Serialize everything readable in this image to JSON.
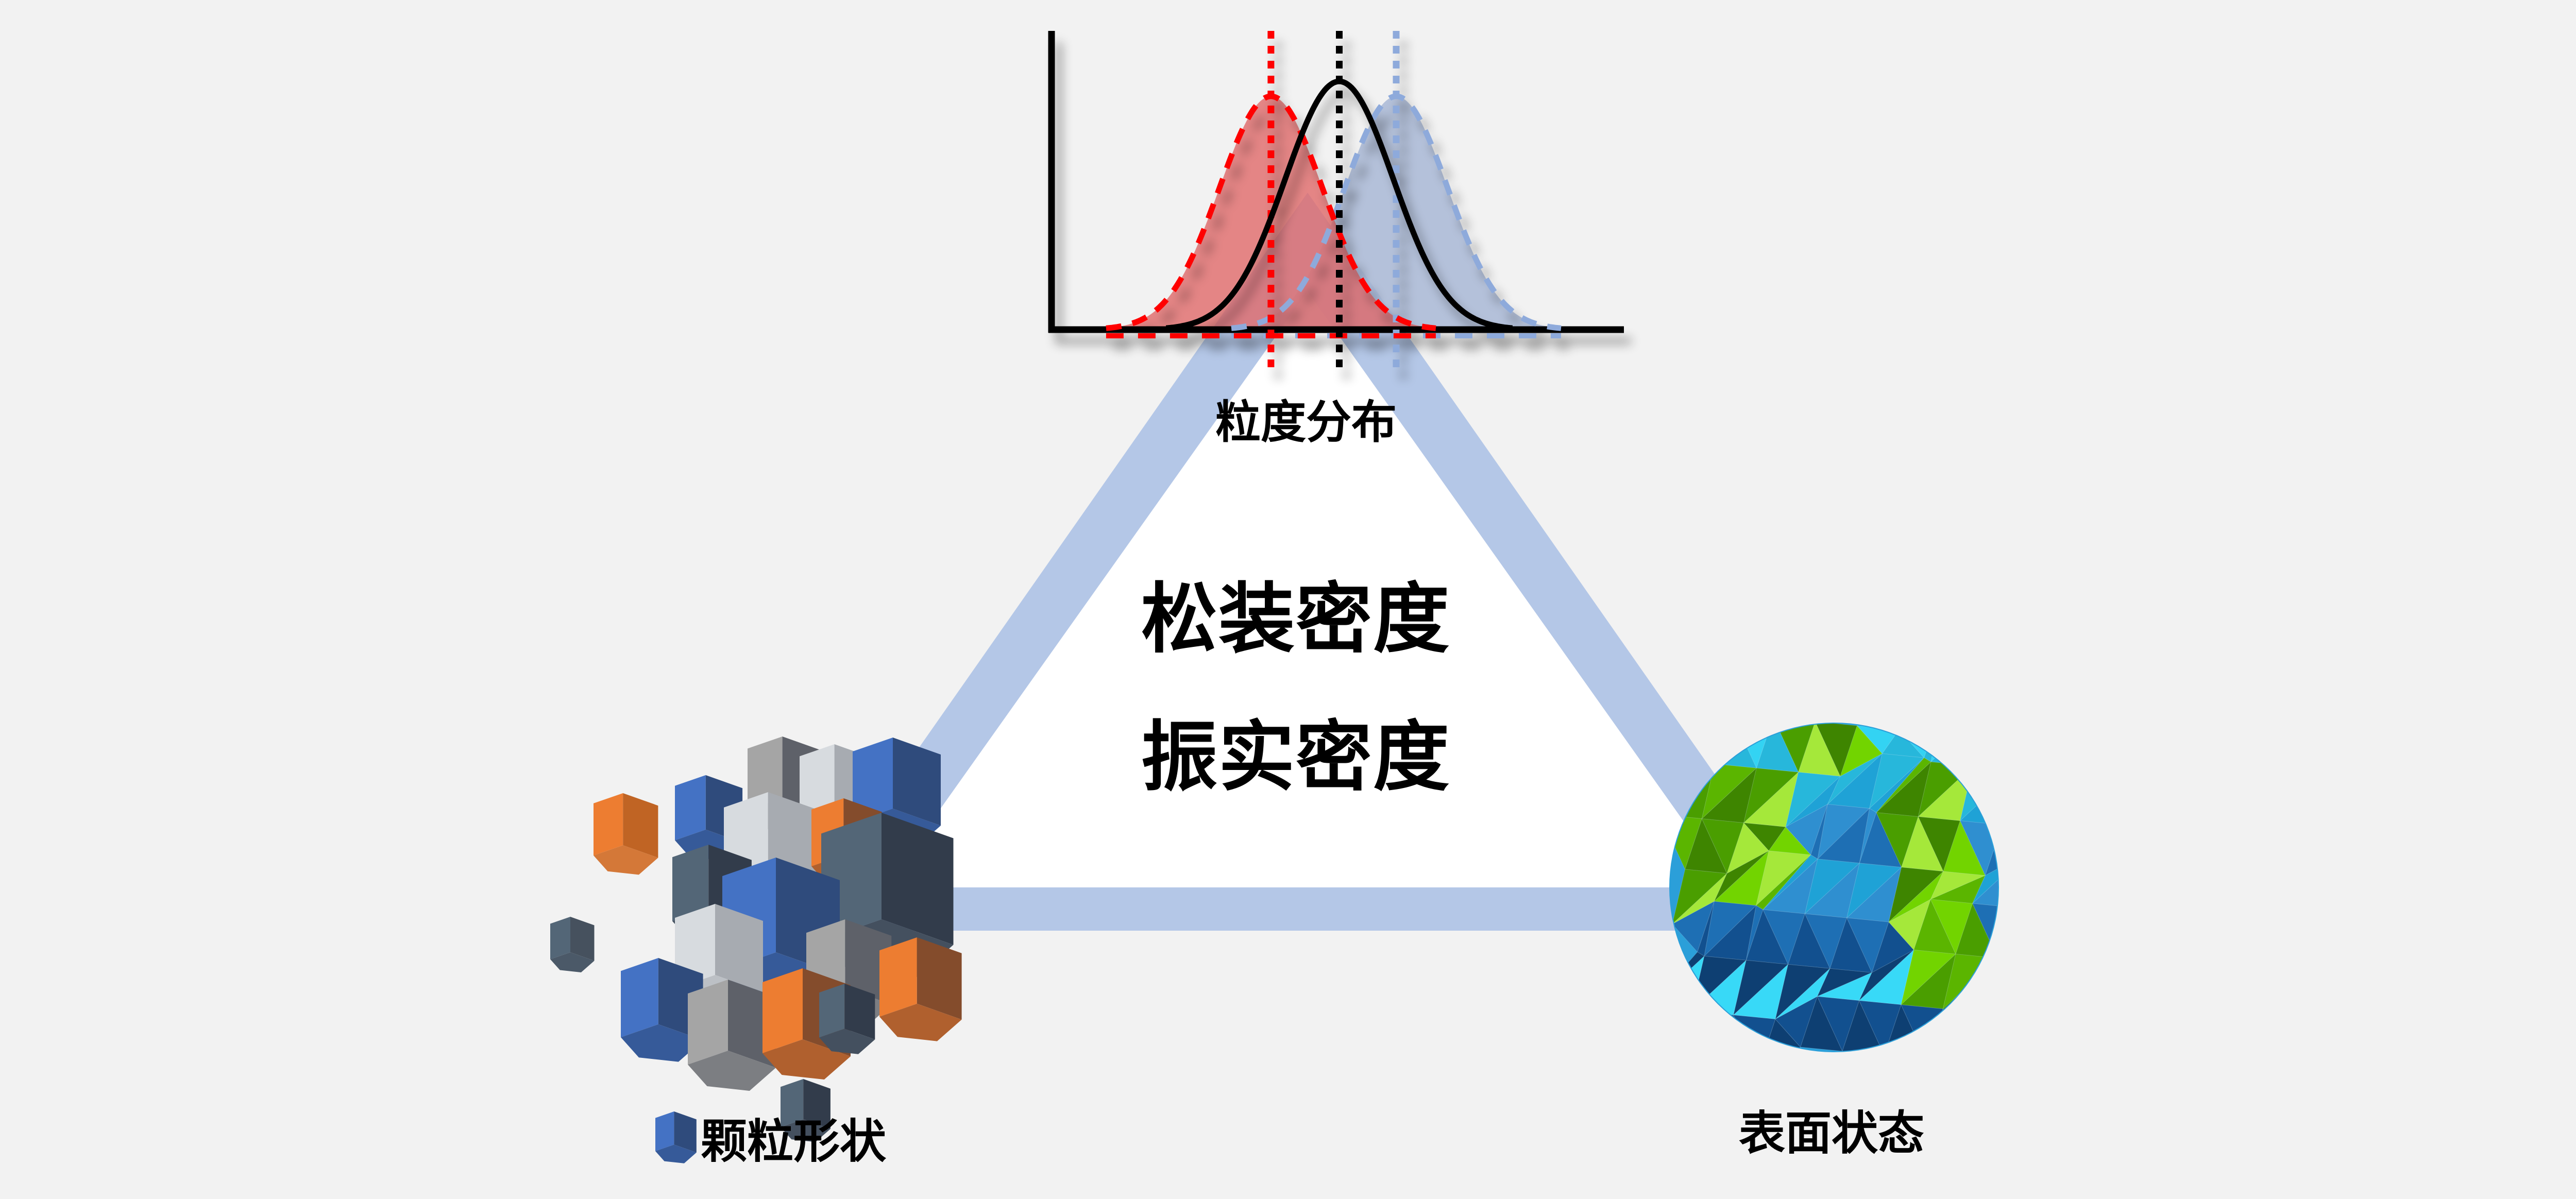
{
  "colors": {
    "background": "#F2F2F2",
    "triangle_band": "#B4C7E7",
    "triangle_fill": "#FFFFFF",
    "red_curve": "#FF0000",
    "red_fill": "#E06666",
    "black_curve": "#000000",
    "blue_curve": "#8EAADB",
    "blue_fill": "#A9B9D6",
    "globe_ocean": "#33C6EE",
    "globe_land": "#7ED321"
  },
  "center": {
    "line1": "松装密度",
    "line2": "振实密度"
  },
  "vertices": {
    "top": {
      "label": "粒度分布",
      "icon": "distribution-chart-icon"
    },
    "left": {
      "label": "颗粒形状",
      "icon": "cubes-icon"
    },
    "right": {
      "label": "表面状态",
      "icon": "globe-icon"
    }
  },
  "chart_data": {
    "type": "line",
    "title": "",
    "xlabel": "",
    "ylabel": "",
    "grid": false,
    "legend": null,
    "series": [
      {
        "name": "red",
        "style": "dashed",
        "fill": true,
        "mean_marker": "dotted",
        "relative_mean": 0.38,
        "relative_peak": 0.94
      },
      {
        "name": "black",
        "style": "solid",
        "fill": false,
        "mean_marker": "dotted",
        "relative_mean": 0.5,
        "relative_peak": 1.0
      },
      {
        "name": "blue",
        "style": "dashed",
        "fill": true,
        "mean_marker": "dotted",
        "relative_mean": 0.6,
        "relative_peak": 0.94
      }
    ],
    "note": "Three normal distribution curves shifted along x-axis, no tick labels"
  }
}
